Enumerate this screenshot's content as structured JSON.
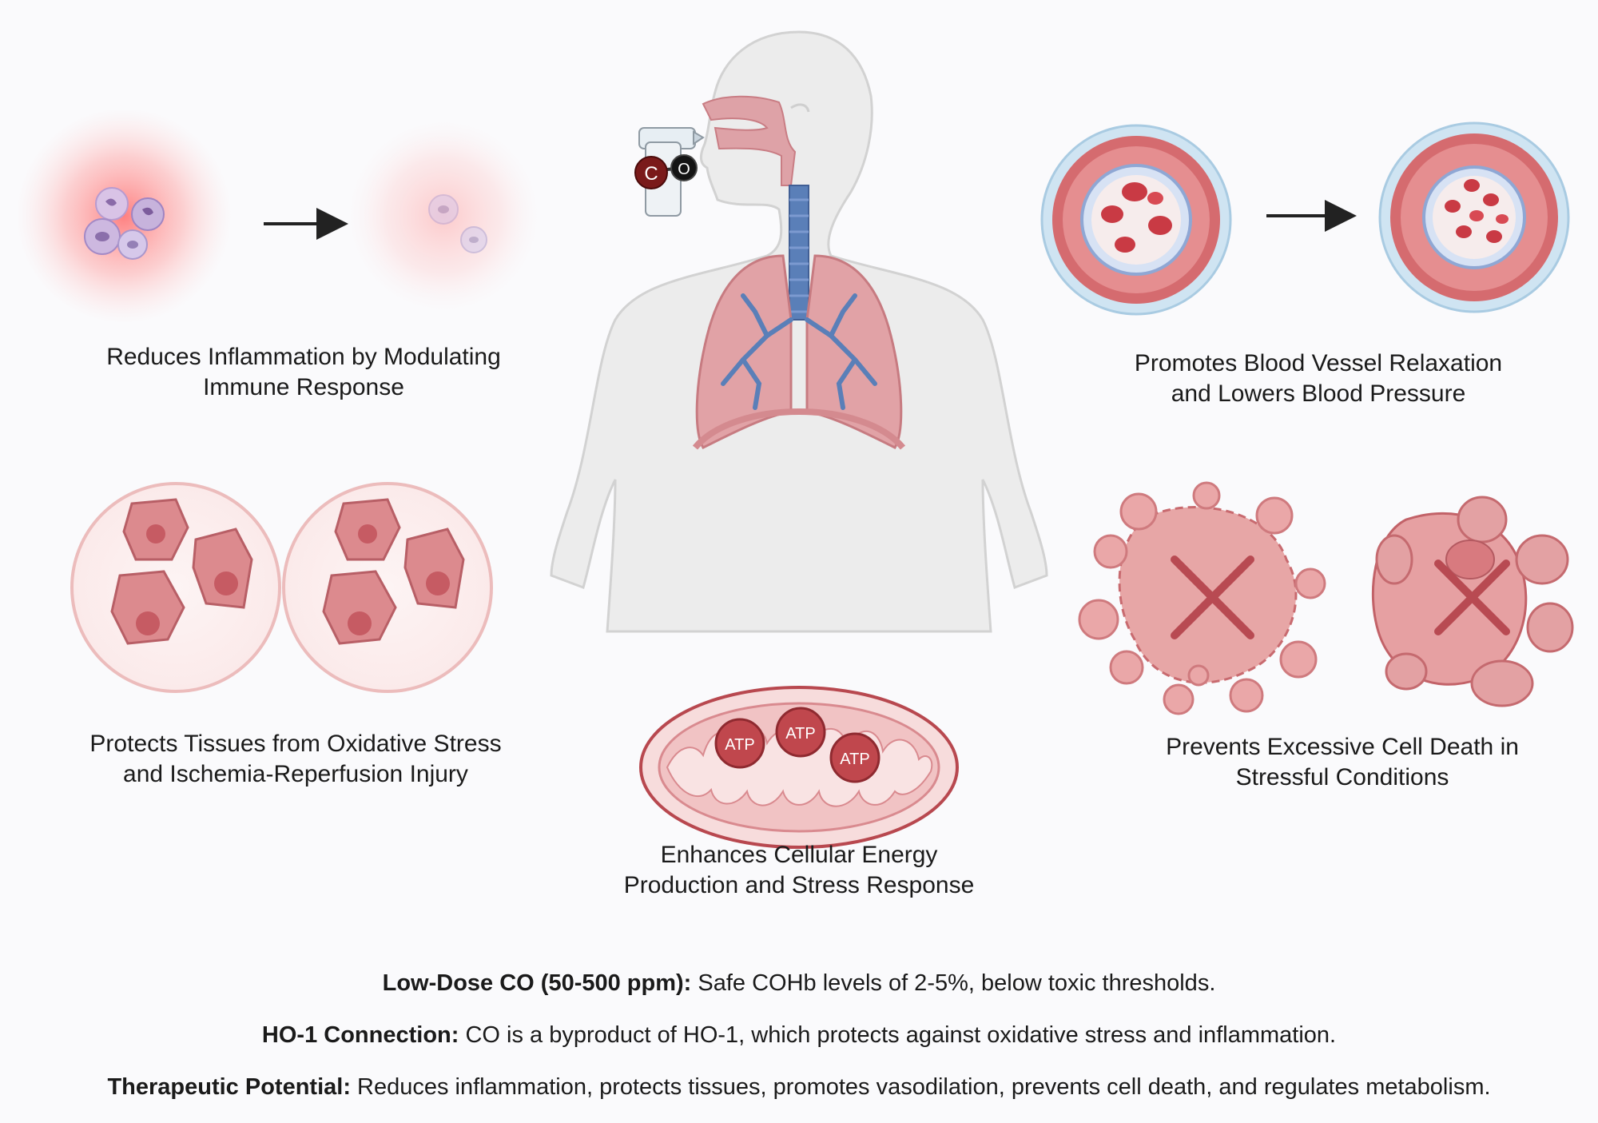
{
  "molecule": {
    "c": "C",
    "o": "O"
  },
  "atp_labels": [
    "ATP",
    "ATP",
    "ATP"
  ],
  "captions": {
    "inflammation": [
      "Reduces Inflammation by Modulating",
      "Immune Response"
    ],
    "vessel": [
      "Promotes Blood Vessel Relaxation",
      "and Lowers Blood Pressure"
    ],
    "tissue": [
      "Protects Tissues from Oxidative Stress",
      "and Ischemia-Reperfusion Injury"
    ],
    "celldeath": [
      "Prevents Excessive Cell Death in",
      "Stressful Conditions"
    ],
    "energy": [
      "Enhances Cellular Energy",
      "Production and Stress Response"
    ]
  },
  "notes": [
    {
      "label": "Low-Dose CO (50-500 ppm):",
      "text": " Safe COHb levels of 2-5%, below toxic thresholds."
    },
    {
      "label": "HO-1 Connection:",
      "text": " CO is a byproduct of HO-1, which protects against oxidative stress and inflammation."
    },
    {
      "label": "Therapeutic Potential:",
      "text": " Reduces inflammation, protects tissues, promotes vasodilation, prevents cell death, and regulates metabolism."
    }
  ],
  "colors": {
    "accent_red": "#c0474d",
    "tissue_pink": "#e8a1a4",
    "airway_blue": "#5a7fb8",
    "body_gray": "#ececec"
  }
}
